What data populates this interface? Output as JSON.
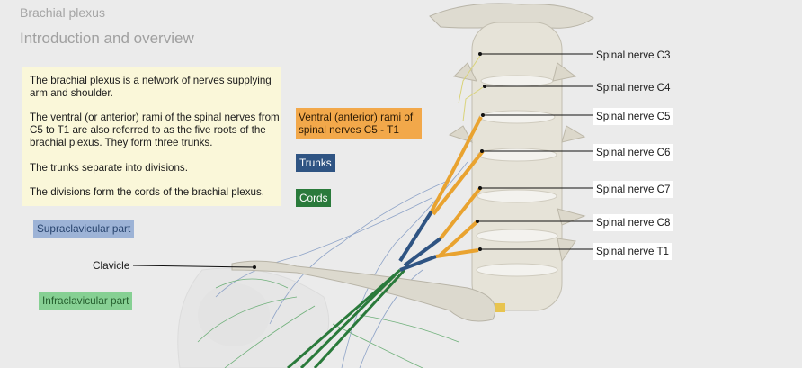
{
  "breadcrumb": "Brachial plexus",
  "title": "Introduction and overview",
  "info": {
    "paragraphs": [
      "The brachial plexus is a network of nerves supplying arm and shoulder.",
      "The ventral (or anterior) rami of the spinal nerves from C5 to T1 are also referred to as the five roots of the brachial plexus. They form three trunks.",
      "The trunks separate into divisions.",
      "The divisions form the cords of the brachial plexus."
    ]
  },
  "tags": {
    "ventral": "Ventral (anterior) rami of spinal nerves C5 - T1",
    "trunks": "Trunks",
    "cords": "Cords",
    "supraclavicular": "Supraclavicular part",
    "infraclavicular": "Infraclavicular part"
  },
  "labels": {
    "clavicle": "Clavicle",
    "nerves": [
      "Spinal nerve C3",
      "Spinal nerve C4",
      "Spinal nerve C5",
      "Spinal nerve C6",
      "Spinal nerve C7",
      "Spinal nerve C8",
      "Spinal nerve T1"
    ]
  },
  "colors": {
    "ventral": "#f2a84a",
    "trunks": "#2f5483",
    "cords": "#2a7a3b",
    "supra": "#9db3d6",
    "infra": "#86d093",
    "info_bg": "#faf7d9"
  }
}
